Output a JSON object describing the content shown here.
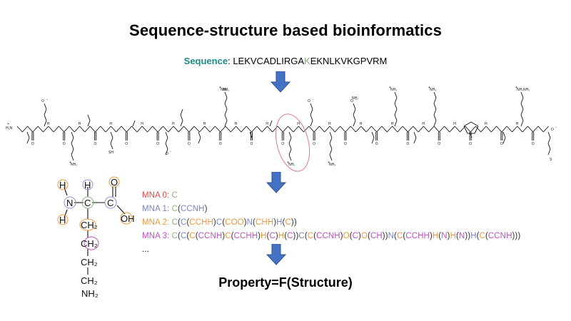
{
  "title": "Sequence-structure based bioinformatics",
  "sequence": {
    "label": "Sequence",
    "sep": ": ",
    "before": "LEKVCADLIRGA",
    "highlight": "K",
    "after": "EKNLKVKGPVRM"
  },
  "peptide_labels": {
    "nh3_left": "H₃N",
    "charge_plus": "+",
    "charge_minus": "-",
    "nh3": "NH₃",
    "nh2": "NH₂",
    "sh": "SH",
    "s": "S",
    "o": "O"
  },
  "lysine_atoms": {
    "h": "H",
    "n": "N",
    "c": "C",
    "o": "O",
    "oh": "OH",
    "ch2": "CH₂",
    "nh2": "NH₂"
  },
  "mna": [
    {
      "label": "MNA 0",
      "tokens": [
        {
          "t": "C",
          "c": "green"
        }
      ]
    },
    {
      "label": "MNA 1",
      "tokens": [
        {
          "t": "C",
          "c": "green"
        },
        {
          "t": "(",
          "c": "black"
        },
        {
          "t": "CCNH",
          "c": "blue"
        },
        {
          "t": ")",
          "c": "black"
        }
      ]
    },
    {
      "label": "MNA 2",
      "tokens": [
        {
          "t": "C",
          "c": "green"
        },
        {
          "t": "(",
          "c": "black"
        },
        {
          "t": "C",
          "c": "blue"
        },
        {
          "t": "(",
          "c": "black"
        },
        {
          "t": "CCHH",
          "c": "orange"
        },
        {
          "t": ")",
          "c": "black"
        },
        {
          "t": "C",
          "c": "blue"
        },
        {
          "t": "(",
          "c": "black"
        },
        {
          "t": "COO",
          "c": "orange"
        },
        {
          "t": ")",
          "c": "black"
        },
        {
          "t": "N",
          "c": "blue"
        },
        {
          "t": "(",
          "c": "black"
        },
        {
          "t": "CHH",
          "c": "orange"
        },
        {
          "t": ")",
          "c": "black"
        },
        {
          "t": "H",
          "c": "blue"
        },
        {
          "t": "(",
          "c": "black"
        },
        {
          "t": "C",
          "c": "orange"
        },
        {
          "t": "))",
          "c": "black"
        }
      ]
    },
    {
      "label": "MNA 3",
      "tokens": [
        {
          "t": "C",
          "c": "green"
        },
        {
          "t": "(",
          "c": "black"
        },
        {
          "t": "C",
          "c": "blue"
        },
        {
          "t": "(",
          "c": "black"
        },
        {
          "t": "C",
          "c": "orange"
        },
        {
          "t": "(",
          "c": "black"
        },
        {
          "t": "CCNH",
          "c": "purple"
        },
        {
          "t": ")",
          "c": "black"
        },
        {
          "t": "C",
          "c": "orange"
        },
        {
          "t": "(",
          "c": "black"
        },
        {
          "t": "CCHH",
          "c": "purple"
        },
        {
          "t": ")",
          "c": "black"
        },
        {
          "t": "H",
          "c": "orange"
        },
        {
          "t": "(",
          "c": "black"
        },
        {
          "t": "C",
          "c": "purple"
        },
        {
          "t": ")",
          "c": "black"
        },
        {
          "t": "H",
          "c": "orange"
        },
        {
          "t": "(",
          "c": "black"
        },
        {
          "t": "C",
          "c": "purple"
        },
        {
          "t": "))",
          "c": "black"
        },
        {
          "t": "C",
          "c": "blue"
        },
        {
          "t": "(",
          "c": "black"
        },
        {
          "t": "C",
          "c": "orange"
        },
        {
          "t": "(",
          "c": "black"
        },
        {
          "t": "CCNH",
          "c": "purple"
        },
        {
          "t": ")",
          "c": "black"
        },
        {
          "t": "O",
          "c": "orange"
        },
        {
          "t": "(",
          "c": "black"
        },
        {
          "t": "C",
          "c": "purple"
        },
        {
          "t": ")",
          "c": "black"
        },
        {
          "t": "O",
          "c": "orange"
        },
        {
          "t": "(",
          "c": "black"
        },
        {
          "t": "CH",
          "c": "purple"
        },
        {
          "t": "))",
          "c": "black"
        },
        {
          "t": "N",
          "c": "blue"
        },
        {
          "t": "(",
          "c": "black"
        },
        {
          "t": "C",
          "c": "orange"
        },
        {
          "t": "(",
          "c": "black"
        },
        {
          "t": "CCHH",
          "c": "purple"
        },
        {
          "t": ")",
          "c": "black"
        },
        {
          "t": "H",
          "c": "orange"
        },
        {
          "t": "(",
          "c": "black"
        },
        {
          "t": "N",
          "c": "purple"
        },
        {
          "t": ")",
          "c": "black"
        },
        {
          "t": "H",
          "c": "orange"
        },
        {
          "t": "(",
          "c": "black"
        },
        {
          "t": "N",
          "c": "purple"
        },
        {
          "t": "))",
          "c": "black"
        },
        {
          "t": "H",
          "c": "blue"
        },
        {
          "t": "(",
          "c": "black"
        },
        {
          "t": "C",
          "c": "orange"
        },
        {
          "t": "(",
          "c": "black"
        },
        {
          "t": "CCNH",
          "c": "purple"
        },
        {
          "t": ")))",
          "c": "black"
        }
      ]
    }
  ],
  "mna_colors": {
    "MNA 0": "#e04848",
    "MNA 1": "#7a86c4",
    "MNA 2": "#f0963a",
    "MNA 3": "#c250c2"
  },
  "ellipsis": "...",
  "property": "Property=F(Structure)",
  "colors": {
    "arrow": "#4472c4",
    "arrow_border": "#2f528f",
    "teal": "#1f8a8a",
    "highlight_k": "#7fb46b",
    "circle_orange": "#f0963a",
    "circle_purple": "#a58ad6",
    "circle_pink": "#e07a8a"
  }
}
